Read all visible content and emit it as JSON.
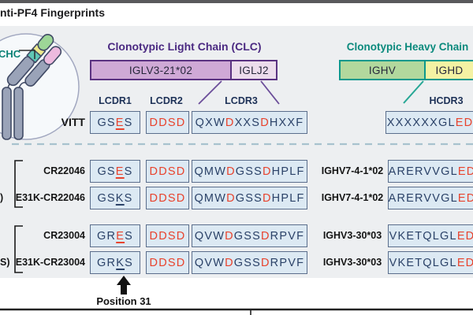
{
  "header": {
    "title": "nti-PF4 Fingerprints"
  },
  "overview": {
    "chc_tag": "CHC",
    "vitt_tag": "VITT"
  },
  "clc_panel": {
    "heading": "Clonotypic Light Chain (CLC)",
    "v_gene": "IGLV3-21*02",
    "j_gene": "IGLJ2"
  },
  "chc_panel": {
    "heading": "Clonotypic Heavy Chain",
    "v_gene": "IGHV",
    "d_gene": "IGHD"
  },
  "cdr_headers": {
    "lcdr1": "LCDR1",
    "lcdr2": "LCDR2",
    "lcdr3": "LCDR3",
    "hcdr3": "HCDR3"
  },
  "vitt_row": {
    "label": "VITT",
    "lcdr1": [
      [
        "GS",
        "n"
      ],
      [
        "E",
        "ru"
      ],
      [
        "S",
        "n"
      ]
    ],
    "lcdr2": [
      [
        "DDSD",
        "r"
      ]
    ],
    "lcdr3": [
      [
        "QXW",
        "n"
      ],
      [
        "D",
        "r"
      ],
      [
        "XXS",
        "n"
      ],
      [
        "D",
        "r"
      ],
      [
        "HXXF",
        "n"
      ]
    ],
    "hcdr3": [
      [
        "XXXXXXGL",
        "n"
      ],
      [
        "ED",
        "r"
      ]
    ]
  },
  "groups": [
    {
      "edge_label": ")",
      "rows": [
        {
          "name": "CR22046",
          "lcdr1": [
            [
              "GS",
              "n"
            ],
            [
              "E",
              "ru"
            ],
            [
              "S",
              "n"
            ]
          ],
          "lcdr2": [
            [
              "DDSD",
              "r"
            ]
          ],
          "lcdr3": [
            [
              "QMW",
              "n"
            ],
            [
              "D",
              "r"
            ],
            [
              "GSS",
              "n"
            ],
            [
              "D",
              "r"
            ],
            [
              "HPLF",
              "n"
            ]
          ],
          "gene": "IGHV7-4-1*02",
          "hcdr3": [
            [
              "ARERVVGL",
              "n"
            ],
            [
              "ED",
              "r"
            ]
          ]
        },
        {
          "name": "E31K-CR22046",
          "lcdr1": [
            [
              "GS",
              "n"
            ],
            [
              "K",
              "nu"
            ],
            [
              "S",
              "n"
            ]
          ],
          "lcdr2": [
            [
              "DDSD",
              "r"
            ]
          ],
          "lcdr3": [
            [
              "QMW",
              "n"
            ],
            [
              "D",
              "r"
            ],
            [
              "GSS",
              "n"
            ],
            [
              "D",
              "r"
            ],
            [
              "HPLF",
              "n"
            ]
          ],
          "gene": "IGHV7-4-1*02",
          "hcdr3": [
            [
              "ARERVVGL",
              "n"
            ],
            [
              "ED",
              "r"
            ]
          ]
        }
      ]
    },
    {
      "edge_label": "S)",
      "rows": [
        {
          "name": "CR23004",
          "lcdr1": [
            [
              "GR",
              "n"
            ],
            [
              "E",
              "ru"
            ],
            [
              "S",
              "n"
            ]
          ],
          "lcdr2": [
            [
              "DDSD",
              "r"
            ]
          ],
          "lcdr3": [
            [
              "QVW",
              "n"
            ],
            [
              "D",
              "r"
            ],
            [
              "GSS",
              "n"
            ],
            [
              "D",
              "r"
            ],
            [
              "RPVF",
              "n"
            ]
          ],
          "gene": "IGHV3-30*03",
          "hcdr3": [
            [
              "VKETQLGL",
              "n"
            ],
            [
              "ED",
              "r"
            ]
          ]
        },
        {
          "name": "E31K-CR23004",
          "lcdr1": [
            [
              "GR",
              "n"
            ],
            [
              "K",
              "nu"
            ],
            [
              "S",
              "n"
            ]
          ],
          "lcdr2": [
            [
              "DDSD",
              "r"
            ]
          ],
          "lcdr3": [
            [
              "QVW",
              "n"
            ],
            [
              "D",
              "r"
            ],
            [
              "GSS",
              "n"
            ],
            [
              "D",
              "r"
            ],
            [
              "RPVF",
              "n"
            ]
          ],
          "gene": "IGHV3-30*03",
          "hcdr3": [
            [
              "VKETQLGL",
              "n"
            ],
            [
              "ED",
              "r"
            ]
          ]
        }
      ]
    }
  ],
  "annotation": {
    "position": "Position 31"
  },
  "colors": {
    "accent_purple": "#4b2a82",
    "accent_teal": "#0b8a7d",
    "seq_navy": "#2b4268",
    "seq_red": "#e8432d",
    "seq_box_fill": "#dce9f3",
    "seq_box_border": "#5b6e8c",
    "iglv_fill": "#cfa9d6",
    "iglj_fill": "#ecdcec",
    "ighv_fill": "#b2d89d",
    "ighd_fill": "#f4f2a3"
  }
}
